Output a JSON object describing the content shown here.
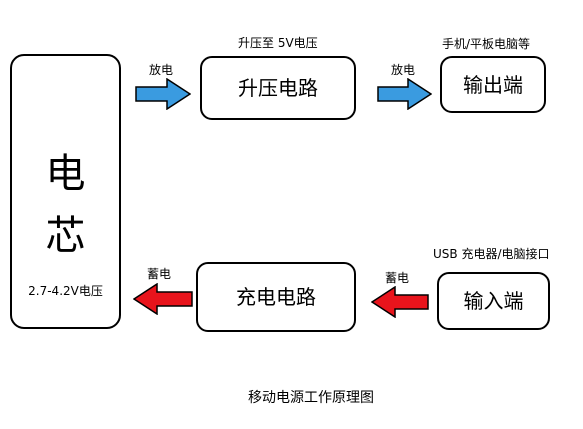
{
  "battery": {
    "char1": "电",
    "char2": "芯",
    "voltage": "2.7-4.2V电压"
  },
  "boost": {
    "label": "升压电路",
    "caption": "升压至 5V电压"
  },
  "output": {
    "label": "输出端",
    "caption": "手机/平板电脑等"
  },
  "charge": {
    "label": "充电电路"
  },
  "input": {
    "label": "输入端",
    "caption": "USB 充电器/电脑接口"
  },
  "arrows": {
    "discharge_label": "放电",
    "store_label": "蓄电",
    "discharge_color": "#3a9be0",
    "store_color": "#e8141c"
  },
  "footer": {
    "caption": "移动电源工作原理图"
  }
}
